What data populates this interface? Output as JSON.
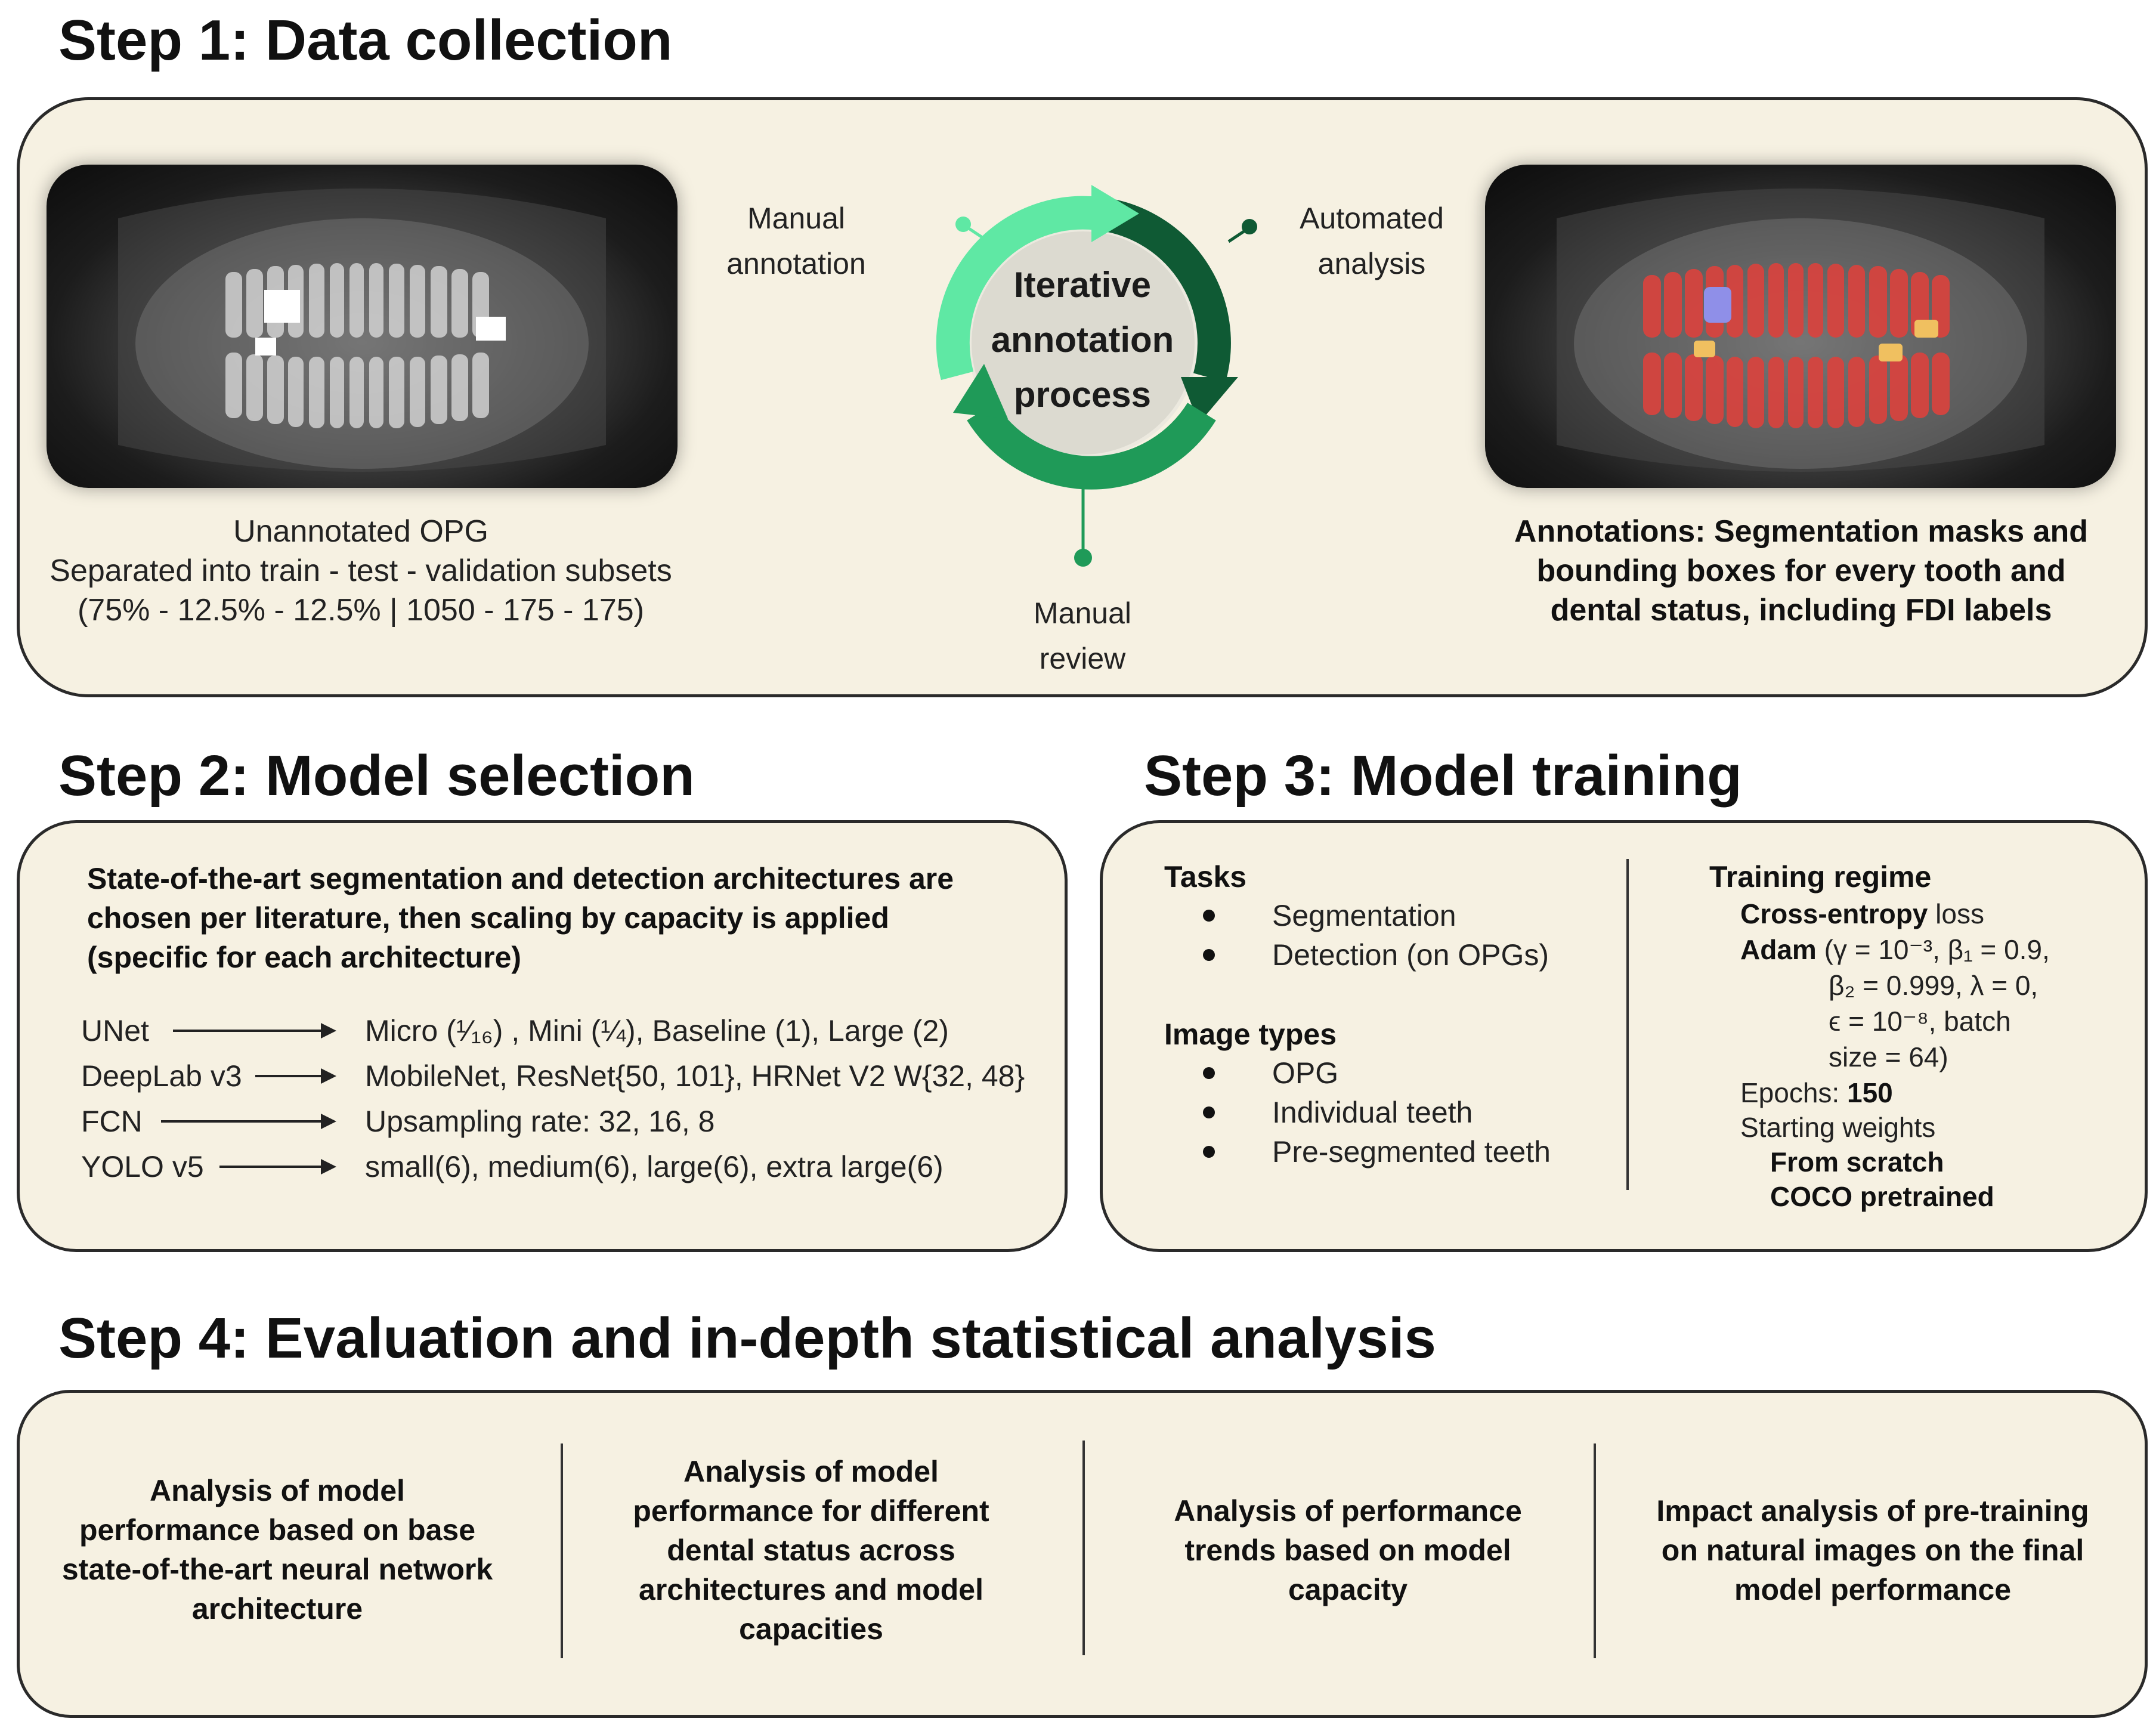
{
  "step1": {
    "title": "Step 1: Data collection",
    "left_caption": [
      "Unannotated OPG",
      "Separated into train - test - validation subsets",
      "(75% - 12.5% - 12.5% | 1050 - 175 - 175)"
    ],
    "right_caption": [
      "Annotations: Segmentation masks and",
      "bounding boxes for every tooth and",
      "dental status, including FDI labels"
    ],
    "cycle": {
      "center": [
        "Iterative",
        "annotation",
        "process"
      ],
      "manual_annotation": [
        "Manual",
        "annotation"
      ],
      "automated_analysis": [
        "Automated",
        "analysis"
      ],
      "manual_review": [
        "Manual",
        "review"
      ],
      "colors": {
        "light": "#5fe8a4",
        "dark": "#0f5a34",
        "mid": "#1f9a58",
        "inner": "#dcdad0"
      }
    }
  },
  "step2": {
    "title": "Step 2: Model selection",
    "intro": [
      "State-of-the-art segmentation and detection architectures are",
      "chosen per literature, then scaling by capacity is applied",
      "(specific for each architecture)"
    ],
    "architectures": [
      {
        "name": "UNet",
        "variants": "Micro (¹⁄₁₆) , Mini (¼), Baseline (1), Large (2)"
      },
      {
        "name": "DeepLab v3",
        "variants": "MobileNet, ResNet{50, 101}, HRNet V2 W{32, 48}"
      },
      {
        "name": "FCN",
        "variants": "Upsampling rate: 32, 16, 8"
      },
      {
        "name": "YOLO v5",
        "variants": "small(6), medium(6), large(6), extra large(6)"
      }
    ]
  },
  "step3": {
    "title": "Step 3: Model training",
    "tasks_heading": "Tasks",
    "tasks": [
      "Segmentation",
      "Detection (on OPGs)"
    ],
    "image_types_heading": "Image types",
    "image_types": [
      "OPG",
      "Individual teeth",
      "Pre-segmented teeth"
    ],
    "regime_heading": "Training regime",
    "loss_bold": "Cross-entropy",
    "loss_rest": " loss",
    "optimizer_bold": "Adam",
    "optimizer_line1": " (γ = 10⁻³, β₁ = 0.9,",
    "optimizer_line2": "β₂ = 0.999, λ = 0,",
    "optimizer_line3": "ϵ = 10⁻⁸, batch",
    "optimizer_line4": "size = 64)",
    "epochs_label": "Epochs: ",
    "epochs_value": "150",
    "weights_heading": "Starting weights",
    "weights": [
      "From scratch",
      "COCO pretrained"
    ]
  },
  "step4": {
    "title": "Step 4: Evaluation and in-depth statistical analysis",
    "analyses": [
      [
        "Analysis of model",
        "performance based on base",
        "state-of-the-art neural network",
        "architecture"
      ],
      [
        "Analysis of model",
        "performance for different",
        "dental status across",
        "architectures and model",
        "capacities"
      ],
      [
        "Analysis of performance",
        "trends based on model",
        "capacity"
      ],
      [
        "Impact analysis of pre-training",
        "on natural images on the final",
        "model performance"
      ]
    ]
  }
}
